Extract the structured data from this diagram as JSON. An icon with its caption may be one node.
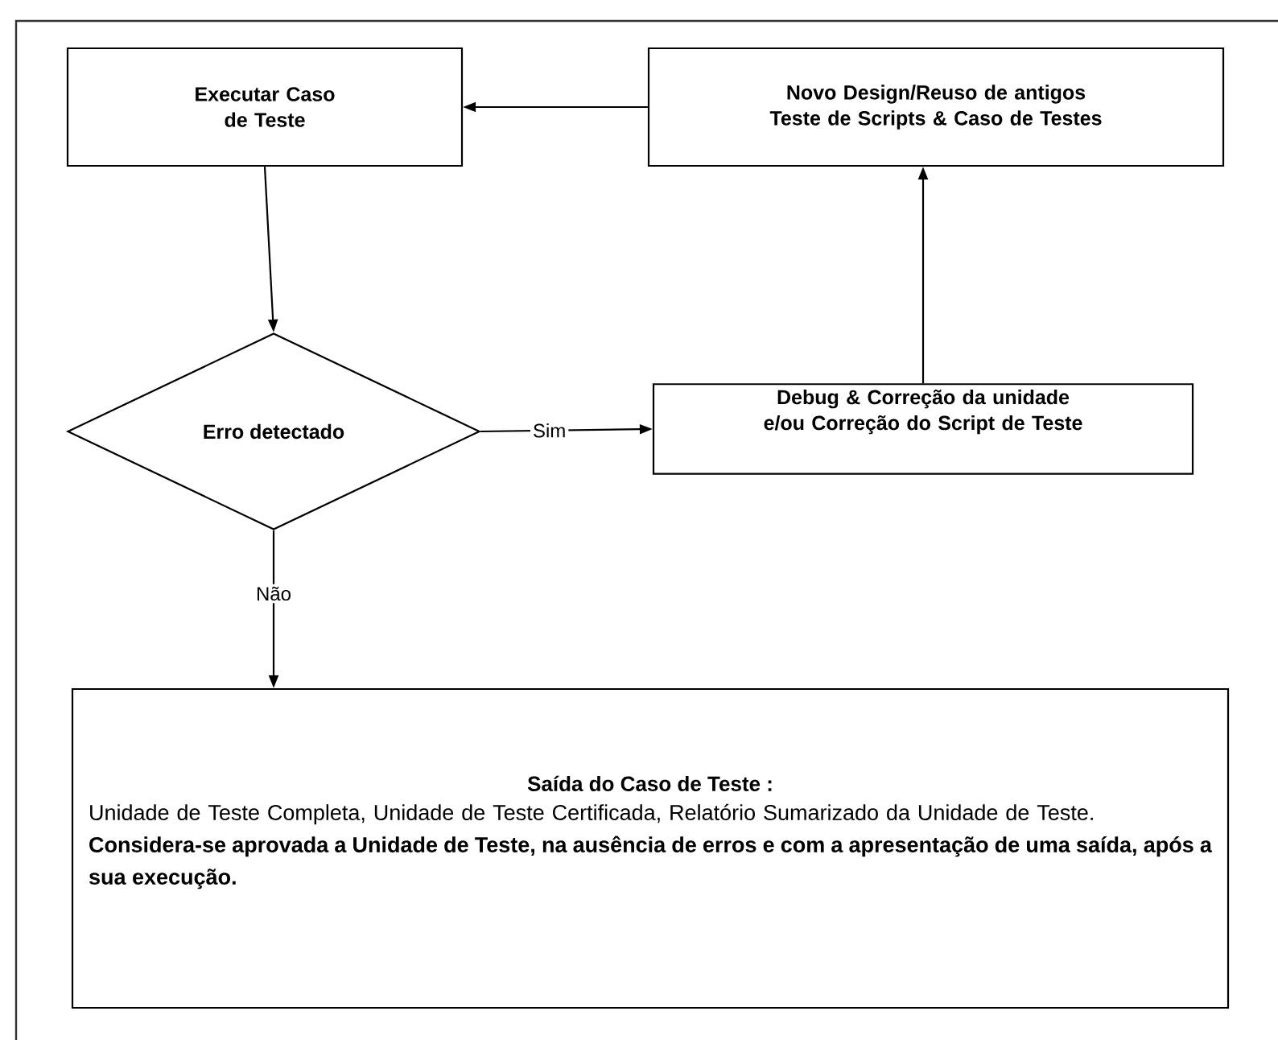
{
  "diagram": {
    "nodes": [
      {
        "text": [
          "Executar Caso de Teste"
        ]
      },
      {
        "text": [
          "Novo Design/Reuso de antigos Teste de Scripts & Caso de Testes"
        ]
      },
      {
        "text": [
          "Erro detectado"
        ]
      },
      {
        "text": [
          "Debug & Correção da unidade e/ou Correção do Script de Teste"
        ]
      },
      {
        "text": [
          "Saída do Caso de Teste :",
          "Unidade de Teste Completa, Unidade de Teste Certificada, Relatório Sumarizado da Unidade de Teste.",
          "Considera-se aprovada a Unidade de Teste, na ausência de erros e com a apresentação de uma saída, após a sua execução."
        ]
      }
    ],
    "edges": [
      {
        "from": 1,
        "to": 0,
        "arrow": "to"
      },
      {
        "from": 0,
        "to": 2,
        "arrow": "to"
      },
      {
        "from": 2,
        "to": 3,
        "arrow": "to",
        "label": "Sim"
      },
      {
        "from": 3,
        "to": 1,
        "arrow": "to"
      },
      {
        "from": 2,
        "to": 4,
        "arrow": "to",
        "label": "Não"
      }
    ]
  }
}
